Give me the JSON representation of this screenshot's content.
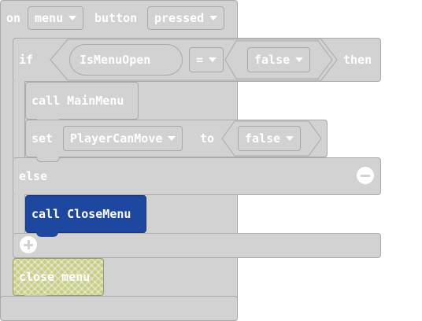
{
  "event_block": {
    "on_label": "on",
    "element_value": "menu",
    "type_label": "button",
    "action_value": "pressed"
  },
  "if_block": {
    "if_label": "if",
    "variable": "IsMenuOpen",
    "operator": "=",
    "compare_value": "false",
    "then_label": "then"
  },
  "call_main": {
    "label": "call MainMenu"
  },
  "set_block": {
    "set_label": "set",
    "variable": "PlayerCanMove",
    "to_label": "to",
    "value": "false"
  },
  "else_label": "else",
  "call_close": {
    "label": "call CloseMenu",
    "color": "#1e48a0"
  },
  "floating_block": {
    "label": "close menu",
    "color": "#c7cc86"
  }
}
